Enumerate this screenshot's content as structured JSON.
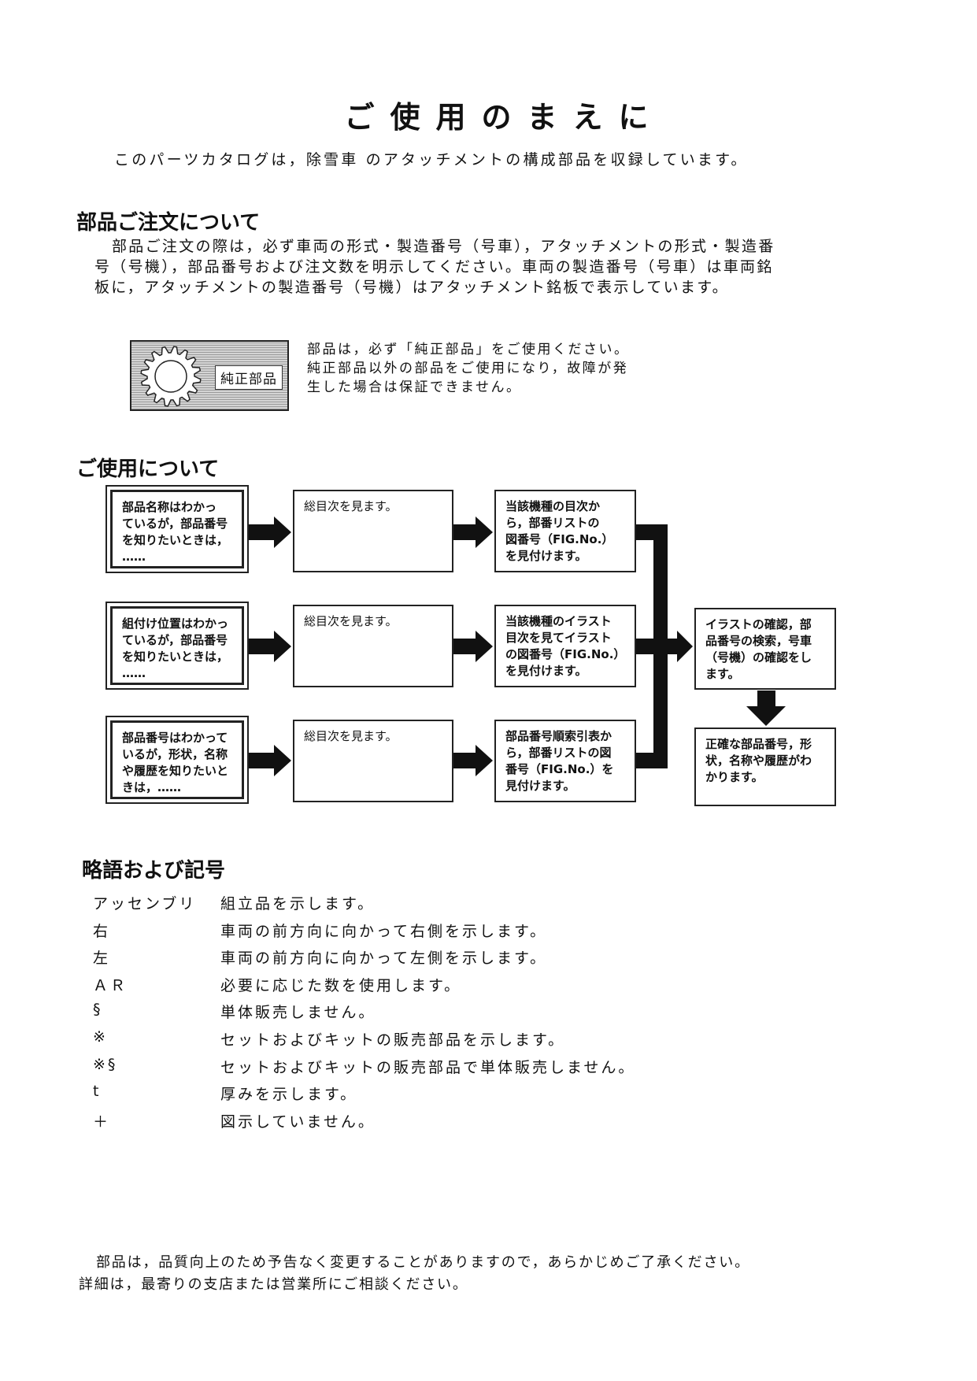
{
  "title": "ご使用のまえに",
  "intro": "このパーツカタログは，除雪車 のアタッチメントの構成部品を収録しています。",
  "ordering": {
    "heading": "部品ご注文について",
    "lines": [
      "部品ご注文の際は，必ず車両の形式・製造番号（号車），アタッチメントの形式・製造番",
      "号（号機），部品番号および注文数を明示してください。車両の製造番号（号車）は車両銘",
      "板に，アタッチメントの製造番号（号機）はアタッチメント銘板で表示しています。"
    ]
  },
  "genuine": {
    "badge_label": "純正部品",
    "lines": [
      "部品は，必ず「純正部品」をご使用ください。",
      "純正部品以外の部品をご使用になり，故障が発",
      "生した場合は保証できません。"
    ]
  },
  "usage": {
    "heading": "ご使用について",
    "rows": [
      {
        "start": [
          "部品名称はわかっ",
          "ているが，部品番号",
          "を知りたいときは，",
          "……"
        ],
        "mid": "総目次を見ます。",
        "end": [
          "当該機種の目次か",
          "ら，部番リストの",
          "図番号（FIG.No.）",
          "を見付けます。"
        ]
      },
      {
        "start": [
          "組付け位置はわかっ",
          "ているが，部品番号",
          "を知りたいときは，",
          "……"
        ],
        "mid": "総目次を見ます。",
        "end": [
          "当該機種のイラスト",
          "目次を見てイラスト",
          "の図番号（FIG.No.）",
          "を見付けます。"
        ]
      },
      {
        "start": [
          "部品番号はわかって",
          "いるが，形状，名称",
          "や履歴を知りたいと",
          "きは，……"
        ],
        "mid": "総目次を見ます。",
        "end": [
          "部品番号順索引表か",
          "ら，部番リストの図",
          "番号（FIG.No.）を",
          "見付けます。"
        ]
      }
    ],
    "result1": [
      "イラストの確認，部",
      "品番号の検索，号車",
      "（号機）の確認をし",
      "ます。"
    ],
    "result2": [
      "正確な部品番号，形",
      "状，名称や履歴がわ",
      "かります。"
    ]
  },
  "abbreviations": {
    "heading": "略語および記号",
    "items": [
      {
        "term": "アッセンブリ",
        "desc": "組立品を示します。"
      },
      {
        "term": "右",
        "desc": "車両の前方向に向かって右側を示します。"
      },
      {
        "term": "左",
        "desc": "車両の前方向に向かって左側を示します。"
      },
      {
        "term": "ＡＲ",
        "desc": "必要に応じた数を使用します。"
      },
      {
        "term": "§",
        "desc": "単体販売しません。"
      },
      {
        "term": "※",
        "desc": "セットおよびキットの販売部品を示します。"
      },
      {
        "term": "※§",
        "desc": "セットおよびキットの販売部品で単体販売しません。"
      },
      {
        "term": "t",
        "desc": "厚みを示します。"
      },
      {
        "term": "＋",
        "desc": "図示していません。"
      }
    ]
  },
  "footer": [
    "部品は，品質向上のため予告なく変更することがありますので，あらかじめご了承ください。",
    "詳細は，最寄りの支店または営業所にご相談ください。"
  ]
}
